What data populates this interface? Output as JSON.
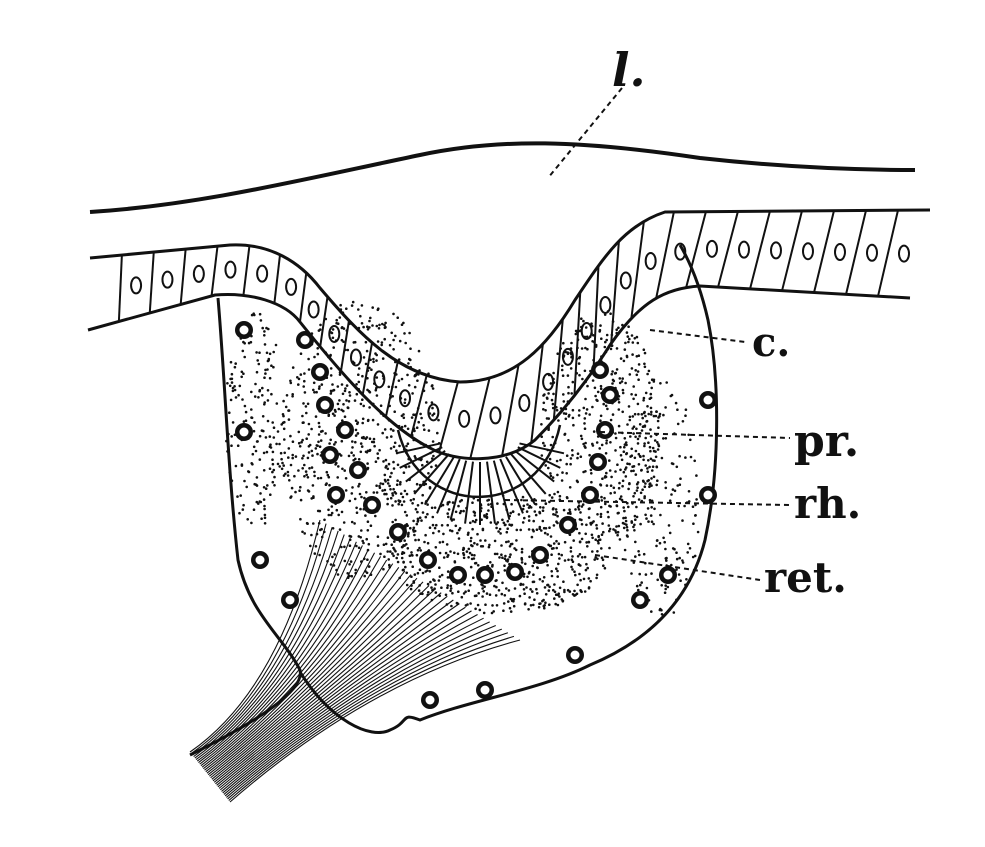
{
  "labels": {
    "l": "l.",
    "c": "c.",
    "pr": "pr.",
    "rh": "rh.",
    "ret": "ret."
  },
  "colors": {
    "ink": "#111111",
    "paper": "#ffffff"
  }
}
